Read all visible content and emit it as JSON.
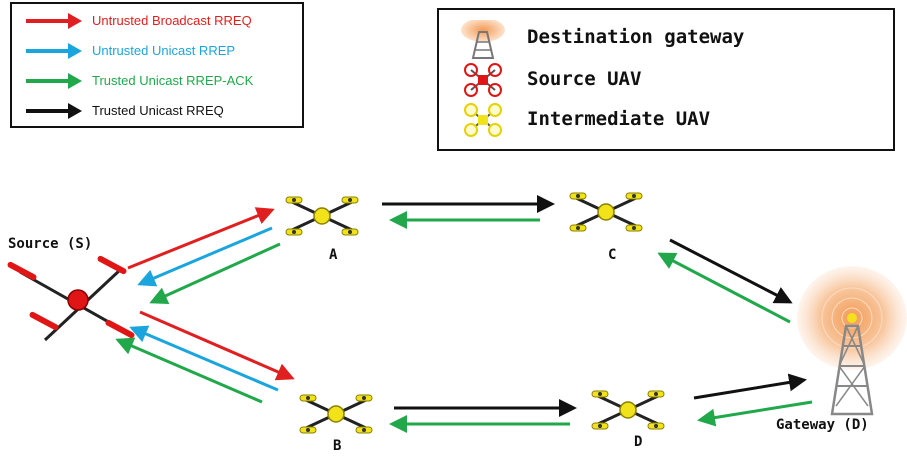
{
  "legend_messages": {
    "items": [
      {
        "label": "Untrusted Broadcast RREQ",
        "color": "#e02020"
      },
      {
        "label": "Untrusted Unicast RREP",
        "color": "#1aa6dc"
      },
      {
        "label": "Trusted Unicast RREP-ACK",
        "color": "#20a84a"
      },
      {
        "label": "Trusted Unicast RREQ",
        "color": "#111111"
      }
    ]
  },
  "legend_nodes": {
    "items": [
      {
        "label": "Destination gateway",
        "icon": "tower-icon"
      },
      {
        "label": "Source UAV",
        "icon": "red-drone-icon"
      },
      {
        "label": "Intermediate UAV",
        "icon": "yellow-drone-icon"
      }
    ]
  },
  "nodes": {
    "source": "Source (S)",
    "a": "A",
    "b": "B",
    "c": "C",
    "d": "D",
    "gateway": "Gateway (D)"
  },
  "colors": {
    "rreq_broadcast": "#e02020",
    "rrep": "#1aa6dc",
    "rrep_ack": "#20a84a",
    "rreq_trusted": "#111111",
    "drone_yellow": "#f2e21a",
    "drone_red": "#e01616",
    "glow": "#f6b27a"
  }
}
